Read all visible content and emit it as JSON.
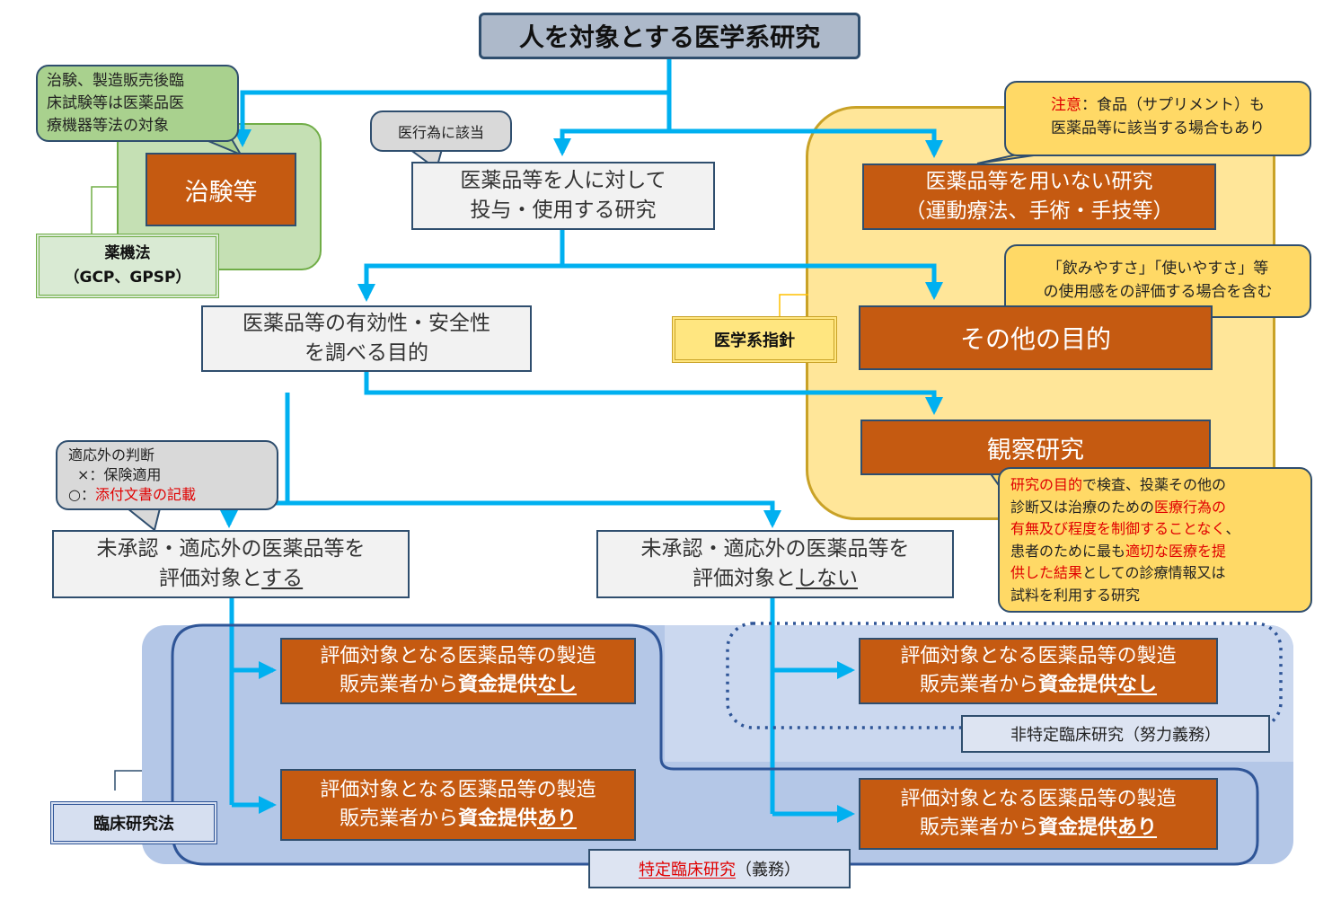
{
  "title": "人を対象とする医学系研究",
  "chiken": {
    "box": "治験等",
    "note": [
      "治験、製造販売後臨",
      "床試験等は医薬品医",
      "療機器等法の対象"
    ],
    "law": "薬機法",
    "law_sub": "（GCP、GPSP）"
  },
  "drug_use": {
    "note": "医行為に該当",
    "box": [
      "医薬品等を人に対して",
      "投与・使用する研究"
    ]
  },
  "no_drug": {
    "note_label": "注意",
    "note_rest": "：食品（サプリメント）も",
    "note_line2": "医薬品等に該当する場合もあり",
    "box": [
      "医薬品等を用いない研究",
      "（運動療法、手術・手技等）"
    ]
  },
  "other": {
    "note": [
      "「飲みやすさ」「使いやすさ」等",
      "の使用感をの評価する場合を含む"
    ],
    "box": "その他の目的"
  },
  "guideline_label": "医学系指針",
  "efficacy_box": [
    "医薬品等の有効性・安全性",
    "を調べる目的"
  ],
  "observational": {
    "box": "観察研究",
    "note": {
      "l1a": "研究の目的",
      "l1b": "で検査、投薬その他の",
      "l2a": "診断又は治療のための",
      "l2b": "医療行為の",
      "l3a": "有無及び程度を制御することなく",
      "l3b": "、",
      "l4a": "患者のために最も",
      "l4b": "適切な医療を提",
      "l5a": "供した結果",
      "l5b": "としての診療情報又は",
      "l6": "試料を利用する研究"
    }
  },
  "offlabel_note": {
    "l1": "適応外の判断",
    "l2": "×：保険適用",
    "l3a": "○：",
    "l3b": "添付文書の記載"
  },
  "unapproved_yes": {
    "l1": "未承認・適応外の医薬品等を",
    "l2a": "評価対象と",
    "l2b": "する"
  },
  "unapproved_no": {
    "l1": "未承認・適応外の医薬品等を",
    "l2a": "評価対象と",
    "l2b": "しない"
  },
  "funding": {
    "l1": "評価対象となる医薬品等の製造",
    "l2": "販売業者から",
    "none_a": "資金提供",
    "none_b": "なし",
    "yes_a": "資金提供",
    "yes_b": "あり"
  },
  "clinical_law": "臨床研究法",
  "nonspecific_label": "非特定臨床研究（努力義務）",
  "specific_label_a": "特定臨床研究",
  "specific_label_b": "（義務）",
  "colors": {
    "arrow": "#00b0f0",
    "orange_box": "#c55a11",
    "yellow_region": "#ffe699",
    "green_region": "#c5e0b4",
    "blue_region": "#b4c7e7",
    "red_text": "#e00000"
  }
}
